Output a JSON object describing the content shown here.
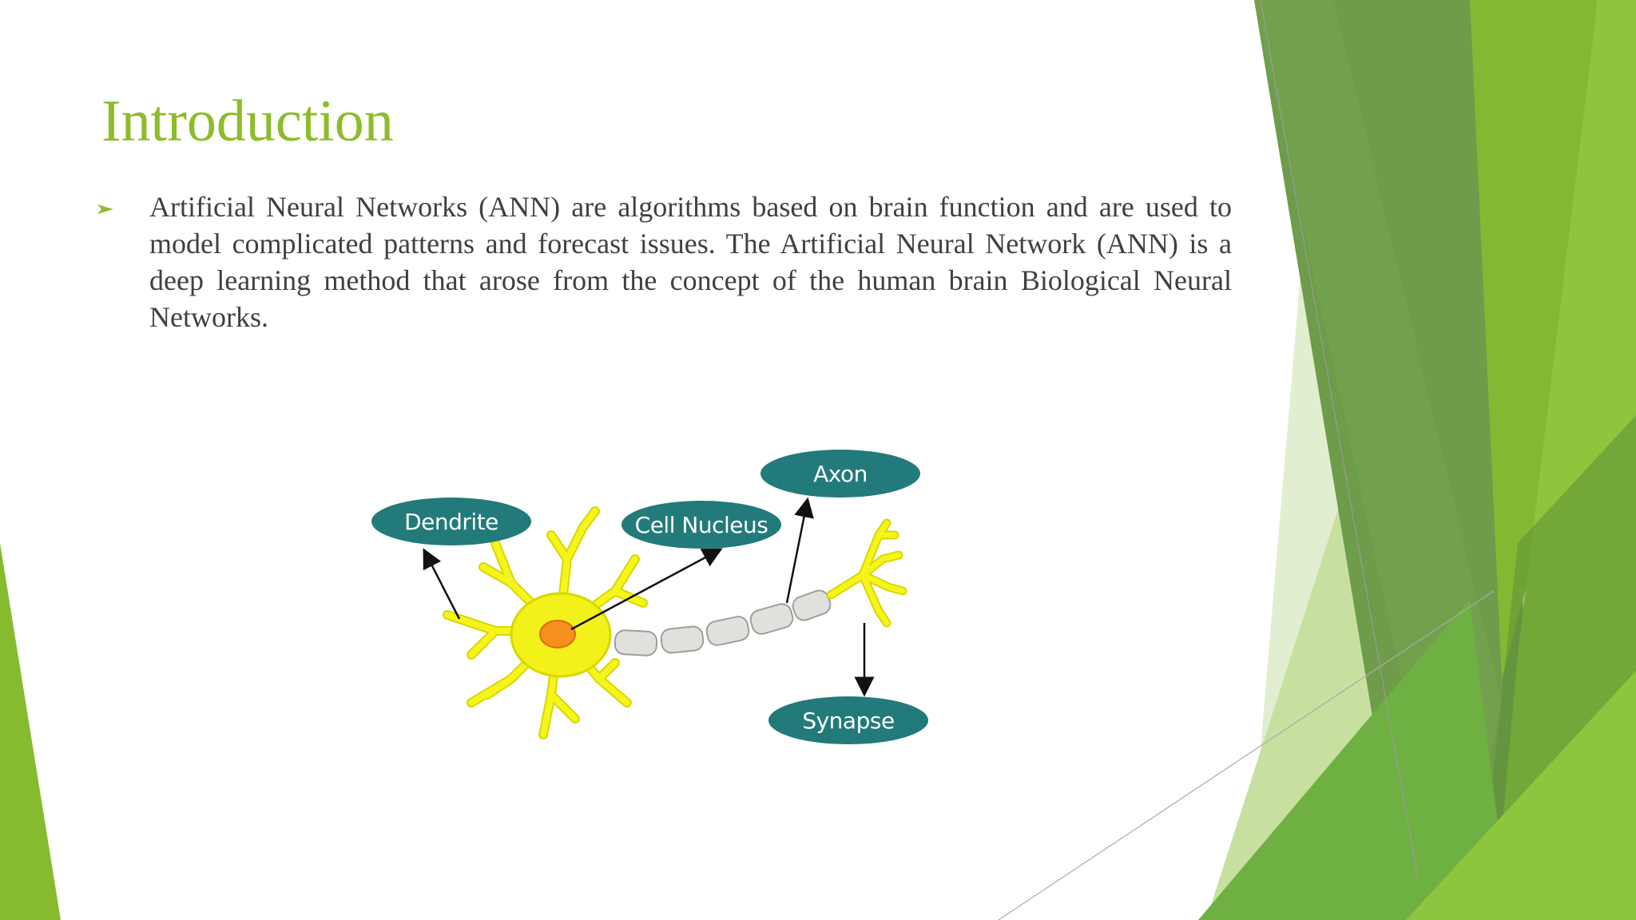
{
  "slide": {
    "title": "Introduction",
    "bullet": "Artificial Neural Networks (ANN) are algorithms based on brain function and are used to model complicated patterns and forecast issues. The Artificial Neural Network (ANN) is a deep learning method that arose from the concept of the human brain Biological Neural Networks."
  },
  "figure": {
    "labels": {
      "dendrite": "Dendrite",
      "cell_nucleus": "Cell Nucleus",
      "axon": "Axon",
      "synapse": "Synapse"
    }
  },
  "colors": {
    "title": "#8dbc2c",
    "label_fill": "#237a7a",
    "neuron": "#f2f21a",
    "nucleus": "#f5901e"
  },
  "icons": {
    "bullet": "triangle-bullet-icon"
  }
}
